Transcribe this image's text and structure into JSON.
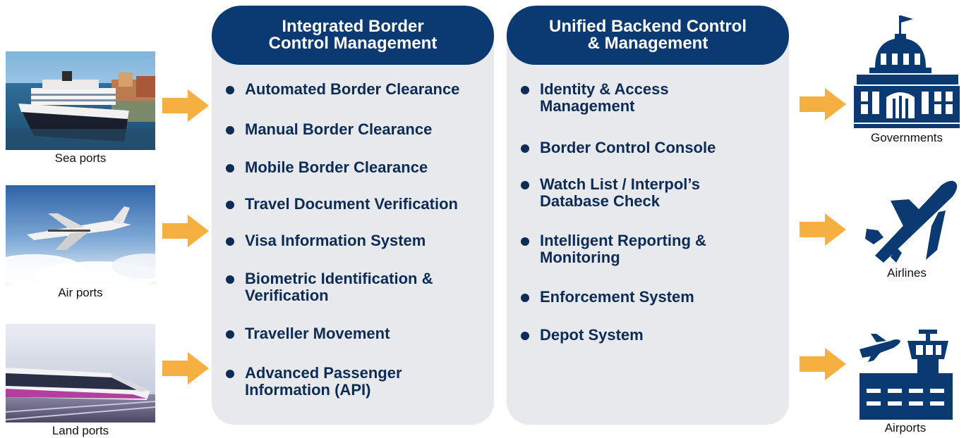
{
  "sources": [
    {
      "label": "Sea ports",
      "icon": "cruise-ship-photo"
    },
    {
      "label": "Air ports",
      "icon": "private-jet-photo"
    },
    {
      "label": "Land ports",
      "icon": "high-speed-train-photo"
    }
  ],
  "panel_left": {
    "title_line1": "Integrated Border",
    "title_line2": "Control Management",
    "items": [
      {
        "line1": "Automated Border Clearance",
        "line2": ""
      },
      {
        "line1": "Manual Border Clearance",
        "line2": ""
      },
      {
        "line1": "Mobile Border Clearance",
        "line2": ""
      },
      {
        "line1": "Travel Document Verification",
        "line2": ""
      },
      {
        "line1": "Visa Information System",
        "line2": ""
      },
      {
        "line1": "Biometric Identification &",
        "line2": "Verification"
      },
      {
        "line1": "Traveller Movement",
        "line2": ""
      },
      {
        "line1": "Advanced Passenger",
        "line2": "Information (API)"
      }
    ]
  },
  "panel_right": {
    "title_line1": "Unified Backend Control",
    "title_line2": "& Management",
    "items": [
      {
        "line1": "Identity & Access",
        "line2": "Management"
      },
      {
        "line1": "Border Control Console",
        "line2": ""
      },
      {
        "line1": "Watch List / Interpol’s",
        "line2": "Database Check"
      },
      {
        "line1": "Intelligent Reporting &",
        "line2": "Monitoring"
      },
      {
        "line1": "Enforcement System",
        "line2": ""
      },
      {
        "line1": "Depot System",
        "line2": ""
      }
    ]
  },
  "destinations": [
    {
      "label": "Governments",
      "icon": "government-building-icon"
    },
    {
      "label": "Airlines",
      "icon": "airplane-icon"
    },
    {
      "label": "Airports",
      "icon": "airport-tower-icon"
    }
  ],
  "colors": {
    "navy": "#0b3a72",
    "panel_bg": "#e8e9ec",
    "arrow": "#f5b041",
    "text": "#0d2c55"
  }
}
